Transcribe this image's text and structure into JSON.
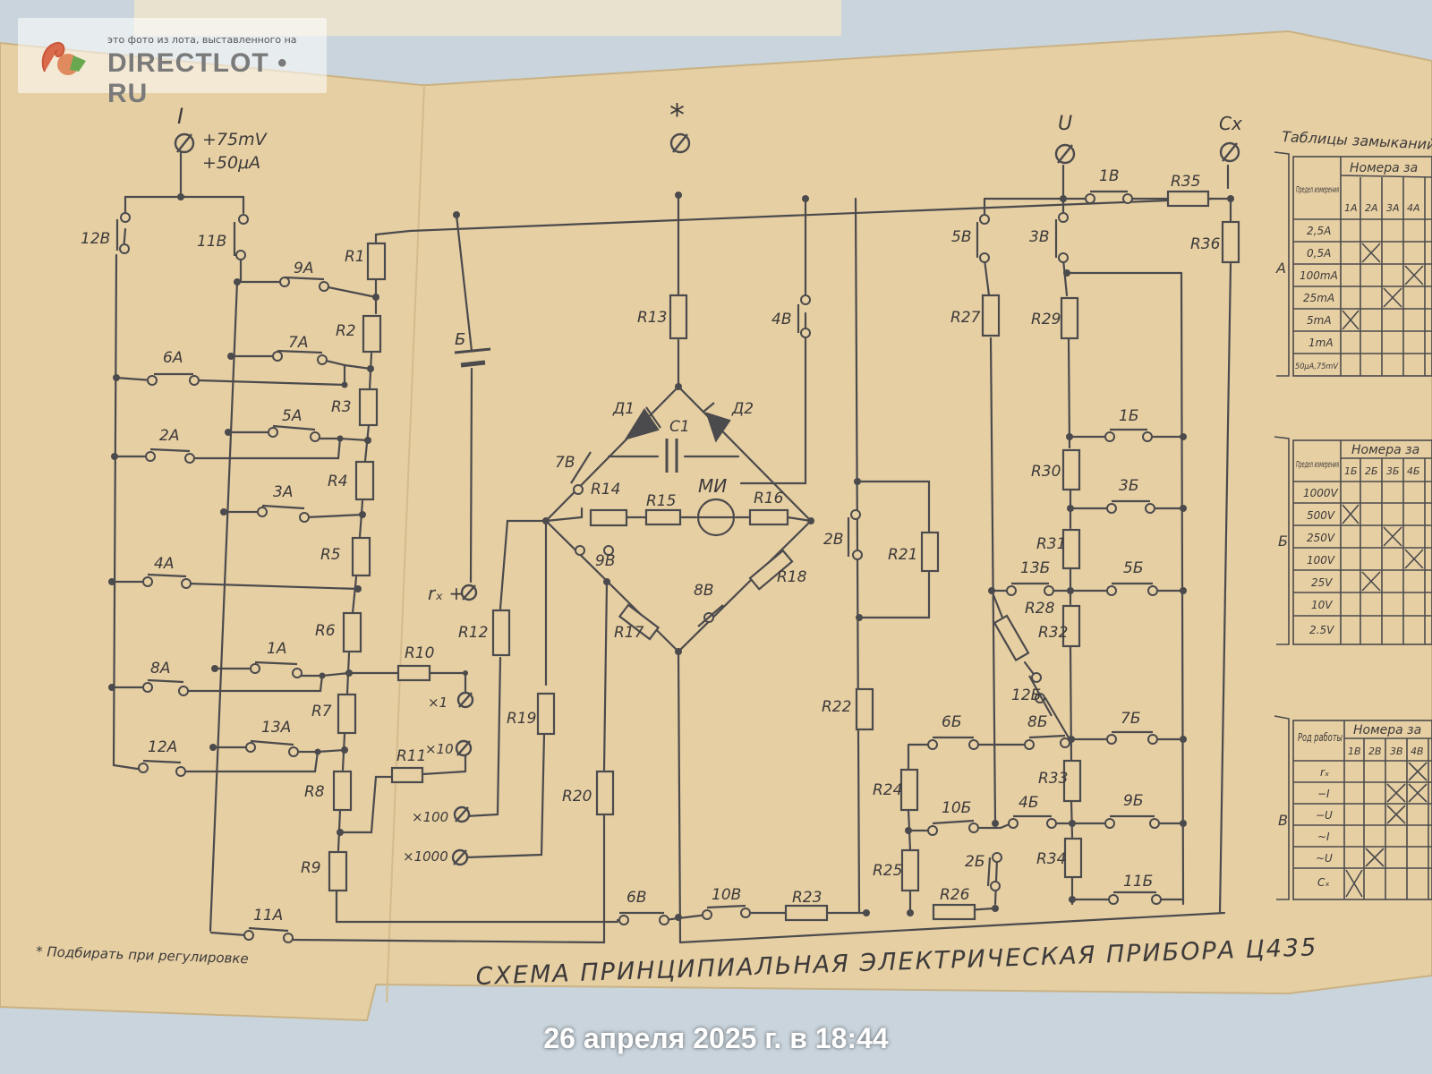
{
  "watermark": {
    "note": "это фото из лота, выставленного на",
    "site": "DIRECTLOT • RU"
  },
  "timestamp": "26 апреля 2025 г. в 18:44",
  "schematic": {
    "title": "СХЕМА ПРИНЦИПИАЛЬНАЯ ЭЛЕКТРИЧЕСКАЯ ПРИБОРА Ц435",
    "footnote": "* Подбирать при регулировке",
    "terminal_I": "I",
    "terminal_I_range1": "+75mV",
    "terminal_I_range2": "+50μA",
    "terminal_star": "*",
    "terminal_U": "U",
    "terminal_Cx": "Cx",
    "rx_plus": "rₓ +",
    "battery": "Б",
    "meter": "МИ",
    "mult": [
      "×1",
      "×10",
      "×100",
      "×1000"
    ],
    "diodes": [
      "Д1",
      "Д2"
    ],
    "capacitor": "C1",
    "resistors": [
      "R1",
      "R2",
      "R3",
      "R4",
      "R5",
      "R6",
      "R7",
      "R8",
      "R9",
      "R10",
      "R11",
      "R12",
      "R13",
      "R14",
      "R15",
      "R16",
      "R17",
      "R18",
      "R19",
      "R20",
      "R21",
      "R22",
      "R23",
      "R24",
      "R25",
      "R26",
      "R27",
      "R28",
      "R29",
      "R30",
      "R31",
      "R32",
      "R33",
      "R34",
      "R35",
      "R36"
    ],
    "switches_left": [
      "12B",
      "11B",
      "9A",
      "7A",
      "6A",
      "5A",
      "2A",
      "3A",
      "4A",
      "1A",
      "8A",
      "13A",
      "12A",
      "11A"
    ],
    "switches_mid": [
      "7B",
      "9B",
      "8B",
      "4B",
      "6B",
      "10B",
      "2B"
    ],
    "switches_right": [
      "5B",
      "3B",
      "1B",
      "1Б",
      "3Б",
      "5Б",
      "13Б",
      "12Б",
      "6Б",
      "8Б",
      "7Б",
      "10Б",
      "4Б",
      "9Б",
      "2Б",
      "11Б"
    ]
  },
  "tables": {
    "caption": "Таблицы замыканий ко",
    "A": {
      "letter": "А",
      "header_left": "Предел измерения",
      "header_group": "Номера за",
      "columns": [
        "1А",
        "2А",
        "3А",
        "4А"
      ],
      "rows": [
        "2,5A",
        "0,5A",
        "100mA",
        "25mA",
        "5mA",
        "1mA",
        "50μA,75mV"
      ]
    },
    "B": {
      "letter": "Б",
      "header_left": "Предел измерения",
      "header_group": "Номера за",
      "columns": [
        "1Б",
        "2Б",
        "3Б",
        "4Б"
      ],
      "rows": [
        "1000V",
        "500V",
        "250V",
        "100V",
        "25V",
        "10V",
        "2.5V"
      ]
    },
    "V": {
      "letter": "В",
      "header_left": "Род работы",
      "header_group": "Номера за",
      "columns": [
        "1В",
        "2В",
        "3В",
        "4В"
      ],
      "rows": [
        "rₓ",
        "−I",
        "−U",
        "~I",
        "~U",
        "Cₓ"
      ]
    }
  }
}
